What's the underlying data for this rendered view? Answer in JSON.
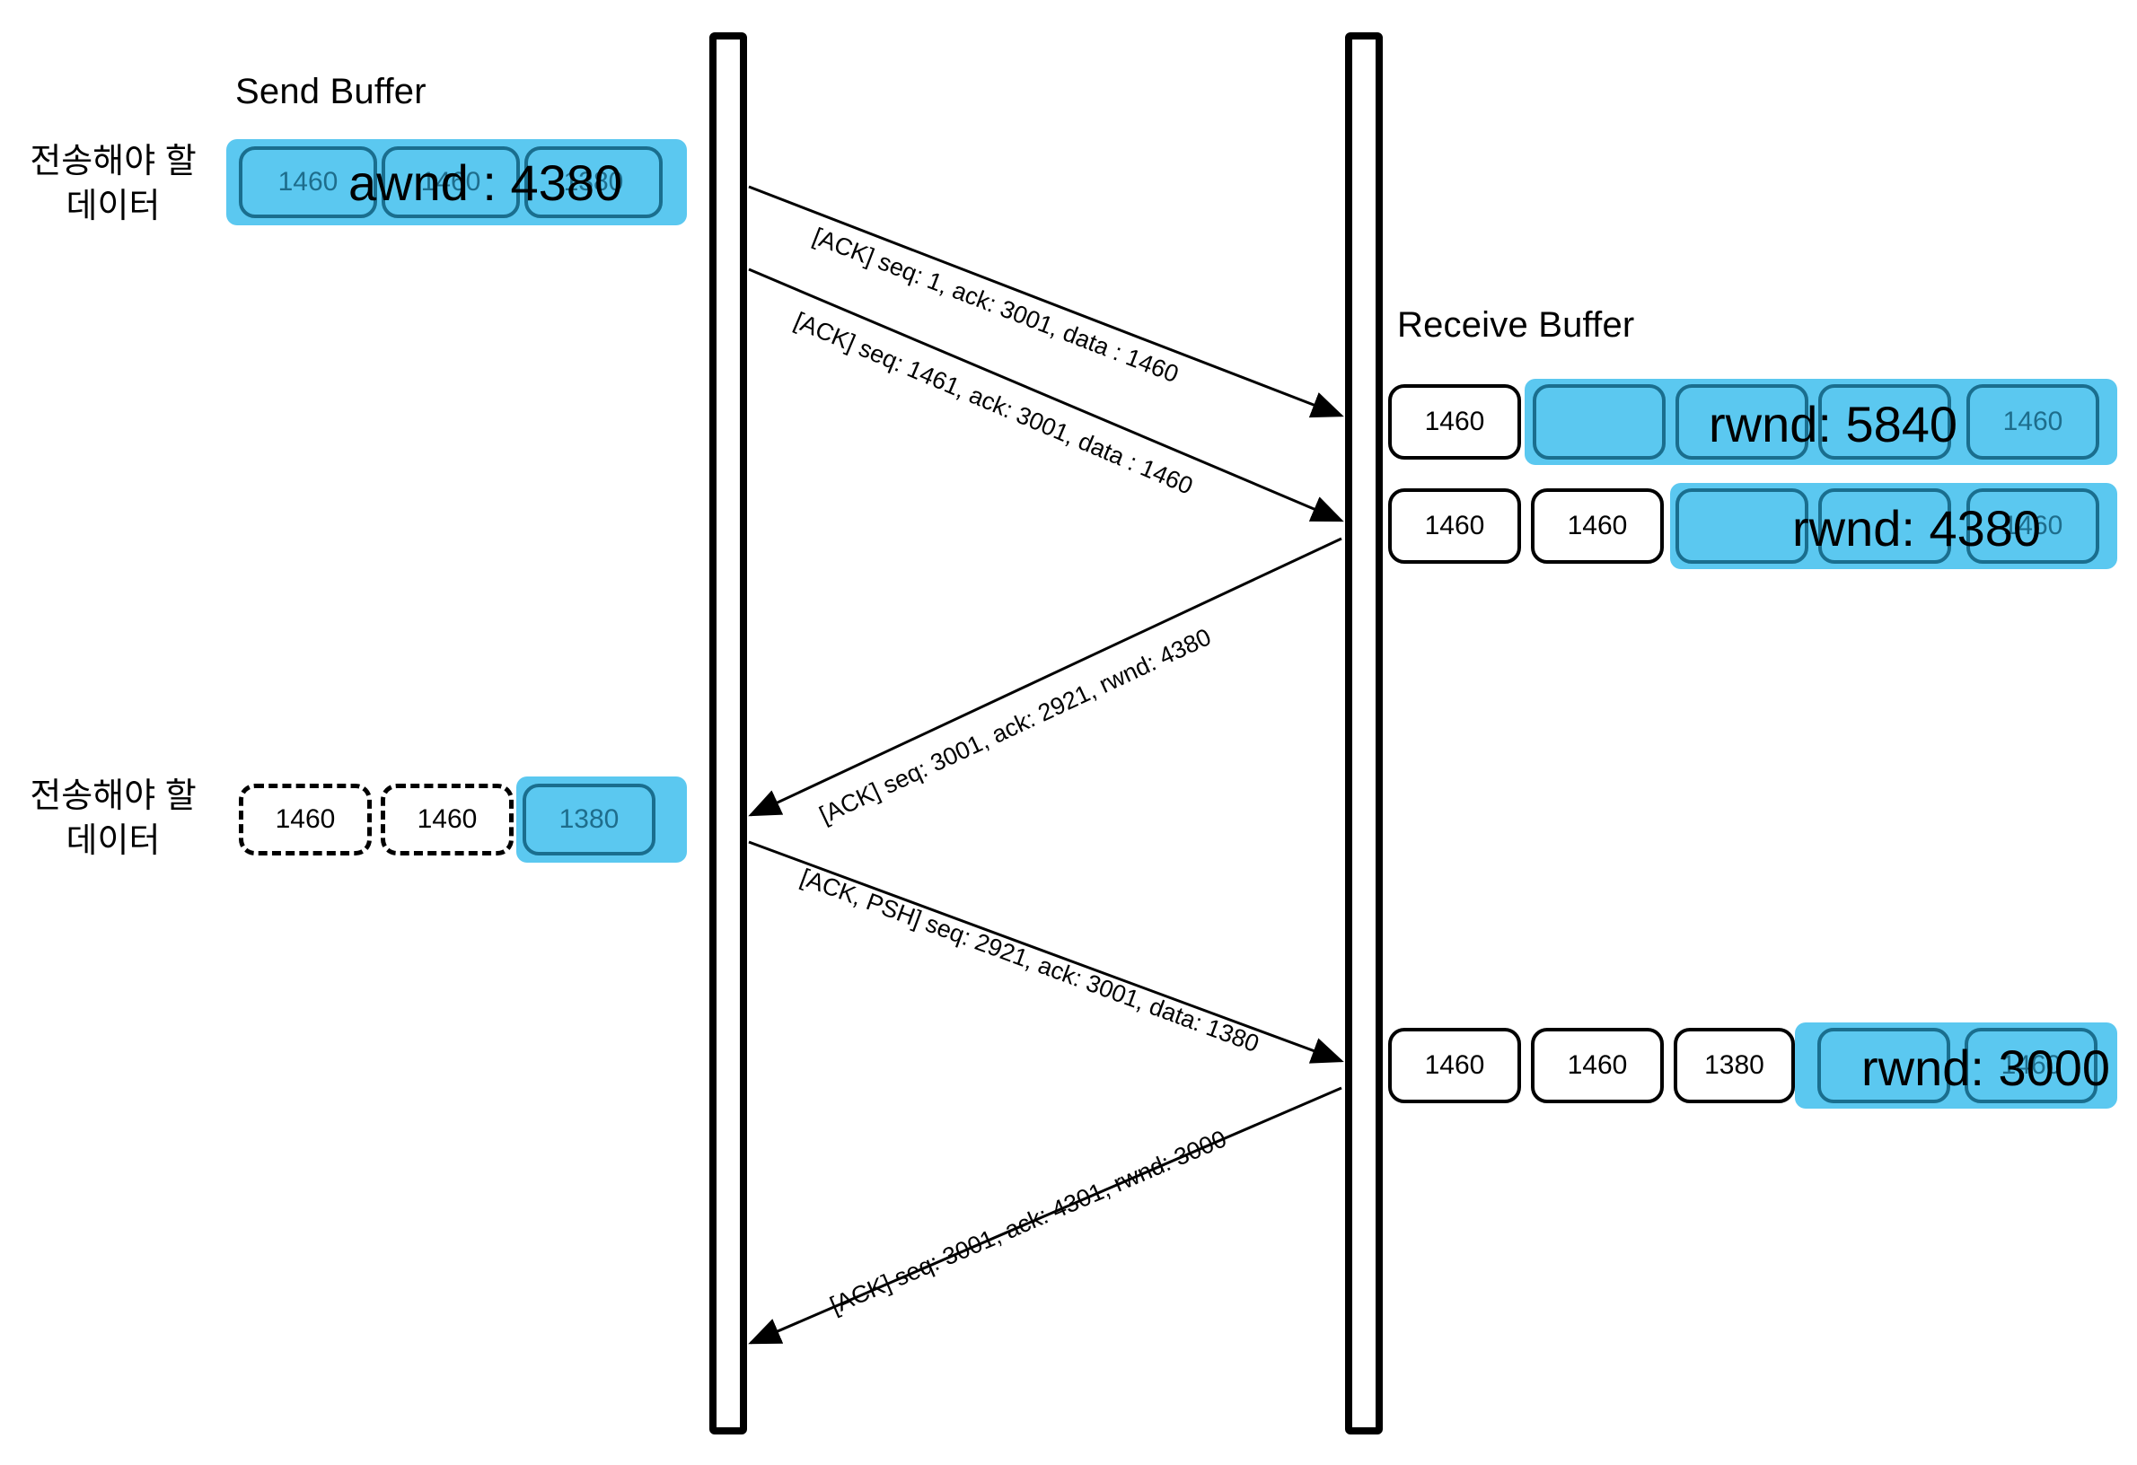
{
  "diagram": {
    "title_send": "Send Buffer",
    "title_receive": "Receive Buffer",
    "side_label_1": "전송해야 할\n데이터",
    "side_label_2": "전송해야 할\n데이터",
    "colors": {
      "fill_cyan": "#5BC8F0",
      "cell_border_filled": "#1A6E8E",
      "cell_border_empty": "#000000",
      "text": "#000000",
      "filled_text": "#1E6D8C"
    }
  },
  "send_buffer": {
    "row1": {
      "cells": [
        {
          "label": "1460",
          "state": "filled"
        },
        {
          "label": "1460",
          "state": "filled"
        },
        {
          "label": "1380",
          "state": "filled"
        }
      ],
      "window_label": "awnd : 4380"
    },
    "row2": {
      "cells": [
        {
          "label": "1460",
          "state": "dashed"
        },
        {
          "label": "1460",
          "state": "dashed"
        },
        {
          "label": "1380",
          "state": "filled"
        }
      ]
    }
  },
  "receive_buffer": {
    "row1": {
      "cells": [
        {
          "label": "1460",
          "state": "empty"
        },
        {
          "label": "",
          "state": "filled"
        },
        {
          "label": "",
          "state": "filled"
        },
        {
          "label": "",
          "state": "filled"
        },
        {
          "label": "1460",
          "state": "filled"
        }
      ],
      "window_label": "rwnd: 5840"
    },
    "row2": {
      "cells": [
        {
          "label": "1460",
          "state": "empty"
        },
        {
          "label": "1460",
          "state": "empty"
        },
        {
          "label": "",
          "state": "filled"
        },
        {
          "label": "",
          "state": "filled"
        },
        {
          "label": "1460",
          "state": "filled"
        }
      ],
      "window_label": "rwnd: 4380"
    },
    "row3": {
      "cells": [
        {
          "label": "1460",
          "state": "empty"
        },
        {
          "label": "1460",
          "state": "empty"
        },
        {
          "label": "1380",
          "state": "empty"
        },
        {
          "label": "",
          "state": "filled"
        },
        {
          "label": "1460",
          "state": "filled"
        }
      ],
      "window_label": "rwnd: 3000"
    }
  },
  "packets": [
    {
      "id": "pkt-1",
      "text": "[ACK] seq: 1, ack: 3001, data : 1460",
      "direction": "sender-to-receiver"
    },
    {
      "id": "pkt-2",
      "text": "[ACK] seq: 1461, ack: 3001, data : 1460",
      "direction": "sender-to-receiver"
    },
    {
      "id": "pkt-3",
      "text": "[ACK] seq: 3001, ack: 2921, rwnd: 4380",
      "direction": "receiver-to-sender"
    },
    {
      "id": "pkt-4",
      "text": "[ACK, PSH] seq: 2921, ack: 3001, data: 1380",
      "direction": "sender-to-receiver"
    },
    {
      "id": "pkt-5",
      "text": "[ACK] seq: 3001, ack: 4301, rwnd: 3000",
      "direction": "receiver-to-sender"
    }
  ]
}
